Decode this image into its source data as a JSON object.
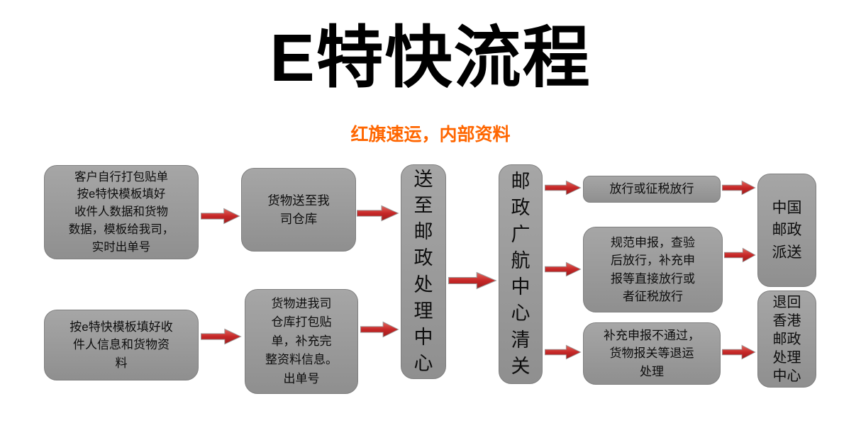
{
  "slide": {
    "title": "E特快流程",
    "subtitle": "红旗速运，内部资料"
  },
  "nodes": {
    "pack_self": "客户自行打包贴单\n按e特快模板填好\n收件人数据和货物\n数据，模板给我司，\n实时出单号",
    "fill_template": "按e特快模板填好收\n件人信息和货物资\n料",
    "deliver_warehouse": "货物送至我\n司仓库",
    "warehouse_pack": "货物进我司\n仓库打包贴\n单，补充完\n整资料信息。\n出单号",
    "postal_center": "送\n至\n邮\n政\n处\n理\n中\n心",
    "customs_clearance": "邮\n政\n广\n航\n中\n心\n清\n关",
    "release": "放行或征税放行",
    "declare_release": "规范申报，查验\n后放行，补充申\n报等直接放行或\n者征税放行",
    "return_handling": "补充申报不通过，\n货物报关等退运\n处理",
    "china_post": "中国\n邮政\n派送",
    "return_hk": "退回\n香港\n邮政\n处理\n中心"
  },
  "colors": {
    "box_top": "#a6a6a6",
    "box_bottom": "#8f8f8f",
    "box_border": "#7f7f7f",
    "arrow_top": "#e2685f",
    "arrow_mid": "#c62828",
    "arrow_bottom": "#9e1c1c",
    "arrow_stroke": "#9a9a9a",
    "title_color": "#000000",
    "subtitle_color": "#ff6600",
    "text_color": "#0d0d0d",
    "background": "#ffffff"
  }
}
